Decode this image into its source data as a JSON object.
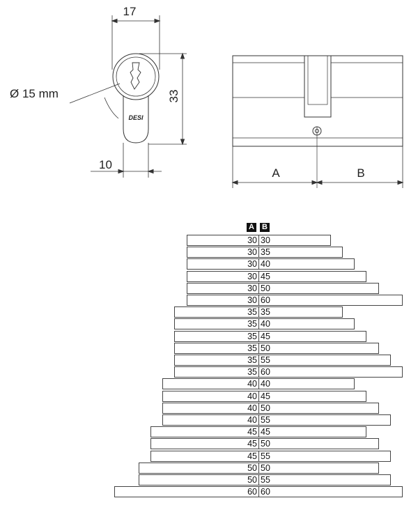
{
  "drawing": {
    "front_view": {
      "width_label": "17",
      "height_label": "33",
      "diameter_label": "Ø 15 mm",
      "tail_label": "10",
      "brand_mark": "DESI"
    },
    "side_view": {
      "label_a": "A",
      "label_b": "B"
    }
  },
  "size_table": {
    "header_a": "A",
    "header_b": "B",
    "rows": [
      {
        "a": "30",
        "b": "30"
      },
      {
        "a": "30",
        "b": "35"
      },
      {
        "a": "30",
        "b": "40"
      },
      {
        "a": "30",
        "b": "45"
      },
      {
        "a": "30",
        "b": "50"
      },
      {
        "a": "30",
        "b": "60"
      },
      {
        "a": "35",
        "b": "35"
      },
      {
        "a": "35",
        "b": "40"
      },
      {
        "a": "35",
        "b": "45"
      },
      {
        "a": "35",
        "b": "50"
      },
      {
        "a": "35",
        "b": "55"
      },
      {
        "a": "35",
        "b": "60"
      },
      {
        "a": "40",
        "b": "40"
      },
      {
        "a": "40",
        "b": "45"
      },
      {
        "a": "40",
        "b": "50"
      },
      {
        "a": "40",
        "b": "55"
      },
      {
        "a": "45",
        "b": "45"
      },
      {
        "a": "45",
        "b": "50"
      },
      {
        "a": "45",
        "b": "55"
      },
      {
        "a": "50",
        "b": "50"
      },
      {
        "a": "50",
        "b": "55"
      },
      {
        "a": "60",
        "b": "60"
      }
    ]
  }
}
